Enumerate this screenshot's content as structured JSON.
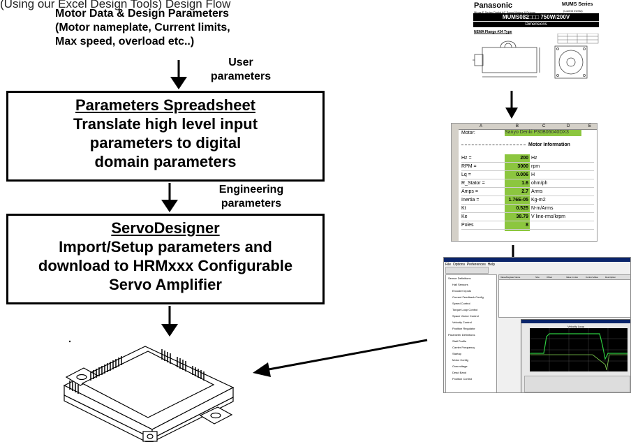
{
  "top_partial_text": "(Using our Excel Design Tools) Design Flow",
  "motor_data_label": [
    "Motor Data & Design Parameters",
    "(Motor nameplate, Current limits,",
    "Max speed, overload  etc..)"
  ],
  "user_params_label": [
    "User",
    "parameters"
  ],
  "box1": {
    "title": "Parameters Spreadsheet",
    "lines": [
      "Translate high level input",
      "parameters to digital",
      "domain parameters"
    ]
  },
  "eng_params_label": [
    "Engineering",
    "parameters"
  ],
  "box2": {
    "title": "ServoDesigner",
    "lines": [
      "Import/Setup parameters and",
      "download to HRMxxx Configurable",
      "Servo Amplifier"
    ]
  },
  "datasheet": {
    "brand": "Panasonic",
    "subtitle": "Minas E Series Digital AC Servo Motors & Drivers",
    "series": "MUMS Series",
    "series_note": "(Lowest Inertia)",
    "model": "MUMS082□□□ 750W/200V",
    "section": "Dimensions",
    "flange": "NEMA Flange #34 Type"
  },
  "spreadsheet": {
    "columns": [
      "A",
      "B",
      "C",
      "D",
      "E"
    ],
    "motor_label": "Motor:",
    "motor_value": "Sanyo Denki P30B06040DX3",
    "section_header": "Motor Information",
    "rows": [
      {
        "param": "Hz =",
        "value": "200",
        "unit": "Hz"
      },
      {
        "param": "RPM =",
        "value": "3000",
        "unit": "rpm"
      },
      {
        "param": "Lq =",
        "value": "0.006",
        "unit": "H"
      },
      {
        "param": "R_Stator =",
        "value": "1.6",
        "unit": "ohm/ph"
      },
      {
        "param": "Amps =",
        "value": "2.7",
        "unit": "Arms"
      },
      {
        "param": "Inertia =",
        "value": "1.76E-05",
        "unit": "Kg-m2"
      },
      {
        "param": "Kt",
        "value": "0.525",
        "unit": "N-m/Arms"
      },
      {
        "param": "Ke",
        "value": "38.79",
        "unit": "V line-rms/krpm"
      },
      {
        "param": "Poles",
        "value": "8",
        "unit": ""
      }
    ]
  },
  "app": {
    "menu": [
      "File",
      "Options",
      "Preferences",
      "Help"
    ],
    "grid_headers": [
      "Value/Register Name",
      "Size",
      "Offset",
      "Value In Hex",
      "Control Value",
      "Description"
    ],
    "tree": [
      "Sensor Definitions",
      "Hall Sensors",
      "Encoder Inputs",
      "Current Feedback Config",
      "Speed Control",
      "Torque Loop Control",
      "Space Vector Control",
      "Velocity Control",
      "Position Regulator",
      "Parameter Definitions",
      "Stall Profile",
      "Carrier Frequency",
      "Startup",
      "Motor Config",
      "Overvoltage",
      "Dead Band",
      "Position Control"
    ],
    "scope_title": "Velocity Loop"
  },
  "colors": {
    "line": "#000000",
    "highlight_green": "#8cc63f",
    "app_titlebar": "#0a246a",
    "scope_bg": "#000000",
    "scope_trace": "#2ecc40"
  }
}
